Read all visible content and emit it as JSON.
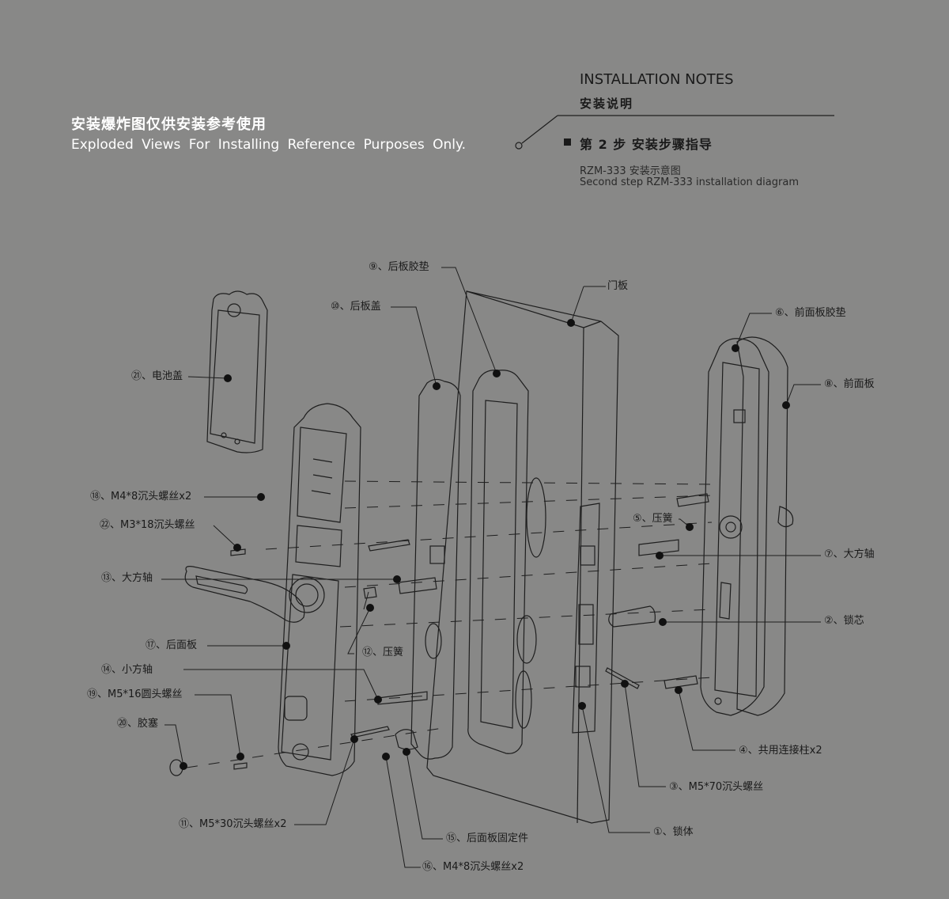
{
  "header": {
    "cn": "安装爆炸图仅供安装参考使用",
    "en": "Exploded Views For  Installing  Reference  Purposes Only."
  },
  "notes": {
    "title": "INSTALLATION NOTES",
    "subtitle": "安装说明",
    "step": "第 2 步   安装步骤指导",
    "caption_cn": "RZM-333 安装示意图",
    "caption_en": "Second step RZM-333 installation diagram"
  },
  "labels": {
    "door_panel": "门板",
    "p1": "①、锁体",
    "p2": "②、锁芯",
    "p3": "③、M5*70沉头螺丝",
    "p4": "④、共用连接柱x2",
    "p5": "⑤、压簧",
    "p6": "⑥、前面板胶垫",
    "p7": "⑦、大方轴",
    "p8": "⑧、前面板",
    "p9": "⑨、后板胶垫",
    "p10": "⑩、后板盖",
    "p11": "⑪、M5*30沉头螺丝x2",
    "p12": "⑫、压簧",
    "p13": "⑬、大方轴",
    "p14": "⑭、小方轴",
    "p15": "⑮、后面板固定件",
    "p16": "⑯、M4*8沉头螺丝x2",
    "p17": "⑰、后面板",
    "p18": "⑱、M4*8沉头螺丝x2",
    "p19": "⑲、M5*16圆头螺丝",
    "p20": "⑳、胶塞",
    "p21": "㉑、电池盖",
    "p22": "㉒、M3*18沉头螺丝"
  },
  "colors": {
    "background": "#888887",
    "line": "#1e1e1e",
    "dot": "#111111",
    "header_text": "#ffffff"
  }
}
